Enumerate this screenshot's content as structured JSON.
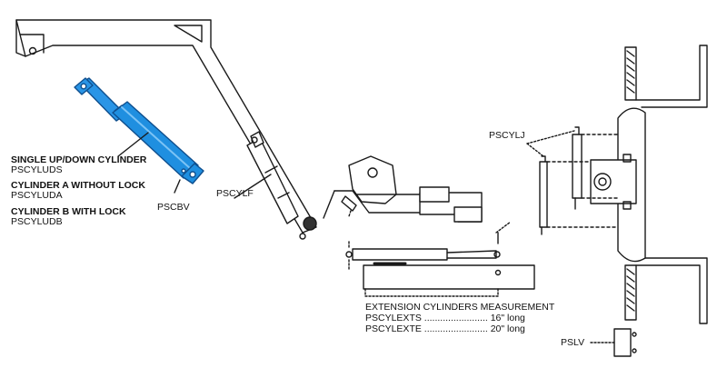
{
  "labels": {
    "single_up_down": "SINGLE UP/DOWN CYLINDER",
    "single_up_down_code": "PSCYLUDS",
    "cyl_a": "CYLINDER A WITHOUT LOCK",
    "cyl_a_code": "PSCYLUDA",
    "cyl_b": "CYLINDER B WITH LOCK",
    "cyl_b_code": "PSCYLUDB",
    "pscbv": "PSCBV",
    "pscylf": "PSCYLF",
    "pscylj": "PSCYLJ",
    "pslv": "PSLV"
  },
  "extension": {
    "title": "EXTENSION CYLINDERS MEASUREMENT",
    "rows": [
      {
        "code": "PSCYLEXTS",
        "dots": " ........................",
        "value": "16\" long"
      },
      {
        "code": "PSCYLEXTE",
        "dots": " ........................",
        "value": "20\" long"
      }
    ]
  },
  "colors": {
    "line": "#1a1a1a",
    "cylinder_blue": "#1f8fe0",
    "cylinder_blue_dark": "#0f5fae"
  }
}
